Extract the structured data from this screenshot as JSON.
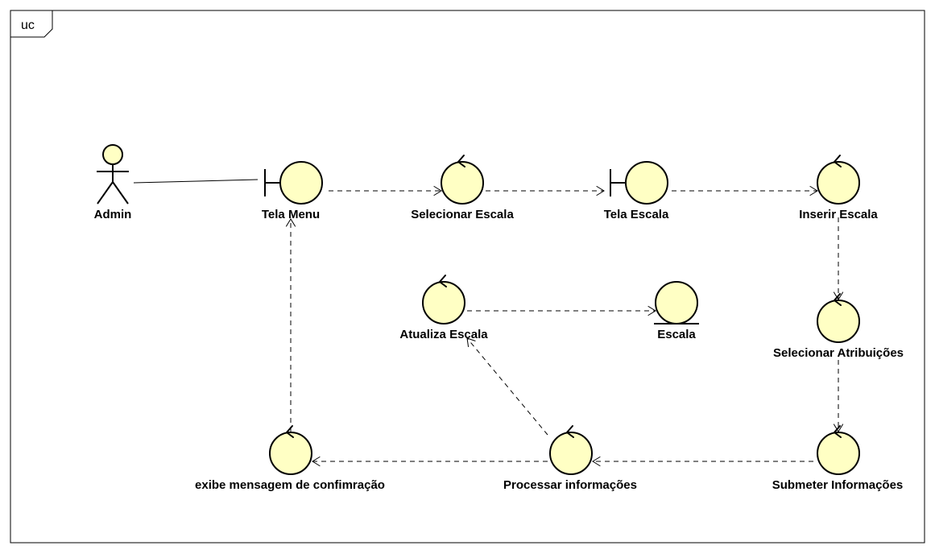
{
  "frame": {
    "title": "uc"
  },
  "colors": {
    "node_fill": "#ffffc4",
    "line": "#000000",
    "background": "#ffffff"
  },
  "nodes": [
    {
      "id": "admin",
      "kind": "actor",
      "label": "Admin"
    },
    {
      "id": "tela_menu",
      "kind": "boundary",
      "label": "Tela Menu"
    },
    {
      "id": "selecionar_escala",
      "kind": "control",
      "label": "Selecionar Escala"
    },
    {
      "id": "tela_escala",
      "kind": "boundary",
      "label": "Tela Escala"
    },
    {
      "id": "inserir_escala",
      "kind": "control",
      "label": "Inserir Escala"
    },
    {
      "id": "atualiza_escala",
      "kind": "control",
      "label": "Atualiza Escala"
    },
    {
      "id": "escala",
      "kind": "entity",
      "label": "Escala"
    },
    {
      "id": "selecionar_atribuicoes",
      "kind": "control",
      "label": "Selecionar Atribuições"
    },
    {
      "id": "exibe_mensagem",
      "kind": "control",
      "label": "exibe mensagem de confimração"
    },
    {
      "id": "processar_informacoes",
      "kind": "control",
      "label": "Processar informações"
    },
    {
      "id": "submeter_informacoes",
      "kind": "control",
      "label": "Submeter Informações"
    }
  ],
  "edges": [
    {
      "from": "admin",
      "to": "tela_menu",
      "style": "solid",
      "arrow": false
    },
    {
      "from": "tela_menu",
      "to": "selecionar_escala",
      "style": "dashed",
      "arrow": true
    },
    {
      "from": "selecionar_escala",
      "to": "tela_escala",
      "style": "dashed",
      "arrow": true
    },
    {
      "from": "tela_escala",
      "to": "inserir_escala",
      "style": "dashed",
      "arrow": true
    },
    {
      "from": "inserir_escala",
      "to": "selecionar_atribuicoes",
      "style": "dashed",
      "arrow": true
    },
    {
      "from": "selecionar_atribuicoes",
      "to": "submeter_informacoes",
      "style": "dashed",
      "arrow": true
    },
    {
      "from": "submeter_informacoes",
      "to": "processar_informacoes",
      "style": "dashed",
      "arrow": true
    },
    {
      "from": "processar_informacoes",
      "to": "exibe_mensagem",
      "style": "dashed",
      "arrow": true
    },
    {
      "from": "processar_informacoes",
      "to": "atualiza_escala",
      "style": "dashed",
      "arrow": true
    },
    {
      "from": "atualiza_escala",
      "to": "escala",
      "style": "dashed",
      "arrow": true
    },
    {
      "from": "exibe_mensagem",
      "to": "tela_menu",
      "style": "dashed",
      "arrow": true
    }
  ]
}
